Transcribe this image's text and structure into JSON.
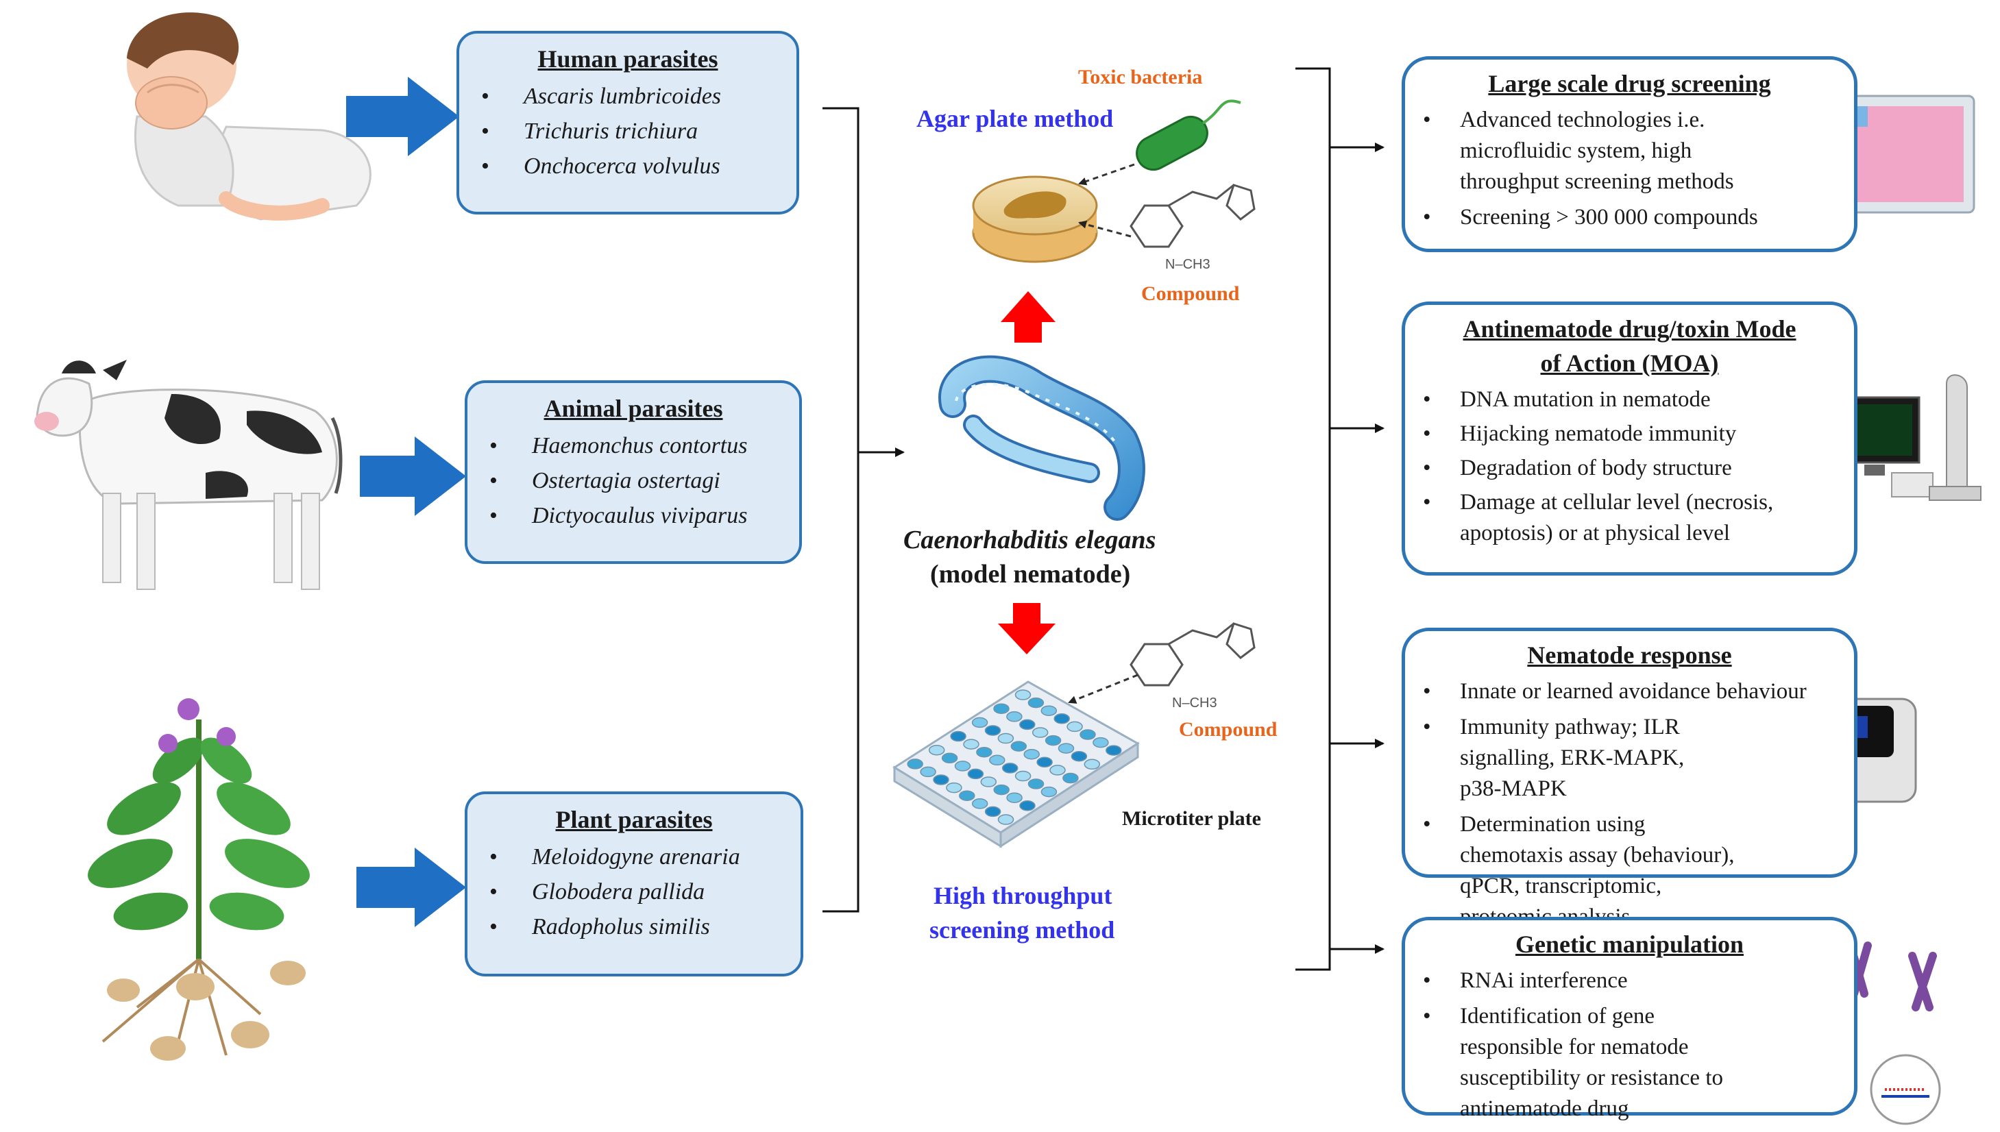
{
  "parasite_groups": [
    {
      "title": "Human parasites",
      "species": [
        "Ascaris lumbricoides",
        "Trichuris trichiura",
        "Onchocerca volvulus"
      ]
    },
    {
      "title": "Animal parasites",
      "species": [
        "Haemonchus contortus",
        "Ostertagia ostertagi",
        "Dictyocaulus viviparus"
      ]
    },
    {
      "title": "Plant parasites",
      "species": [
        "Meloidogyne arenaria",
        "Globodera pallida",
        "Radopholus similis"
      ]
    }
  ],
  "center": {
    "agar_method": "Agar plate method",
    "toxic_bacteria": "Toxic bacteria",
    "compound_top": "Compound",
    "chem_label_top": "N–CH3",
    "model_name": "Caenorhabditis elegans",
    "model_sub": "(model nematode)",
    "compound_bottom": "Compound",
    "chem_label_bottom": "N–CH3",
    "microtiter": "Microtiter plate",
    "hts_line1": "High throughput",
    "hts_line2": "screening method"
  },
  "outcomes": [
    {
      "title": "Large scale drug screening",
      "items": [
        "Advanced technologies i.e. microfluidic system, high throughput screening methods",
        "Screening > 300 000 compounds"
      ]
    },
    {
      "title_line1": "Antinematode drug/toxin Mode",
      "title_line2": "of Action (MOA)",
      "items": [
        "DNA mutation in nematode",
        "Hijacking nematode immunity",
        "Degradation of body structure",
        "Damage at cellular level (necrosis, apoptosis) or at physical level"
      ]
    },
    {
      "title": "Nematode response",
      "items": [
        "Innate or learned avoidance behaviour",
        "Immunity pathway; ILR signalling, ERK-MAPK, p38-MAPK",
        "Determination using chemotaxis assay (behaviour), qPCR, transcriptomic, proteomic analysis"
      ]
    },
    {
      "title": "Genetic manipulation",
      "items": [
        "RNAi interference",
        "Identification of gene responsible for nematode susceptibility or resistance to antinematode drug"
      ]
    }
  ],
  "colors": {
    "box_border": "#2e75b6",
    "box_fill": "#deebf7",
    "blue_arrow": "#1f6fc5",
    "red_arrow": "#ff0000",
    "method_label": "#3333ee",
    "compound_label": "#e8641b"
  }
}
